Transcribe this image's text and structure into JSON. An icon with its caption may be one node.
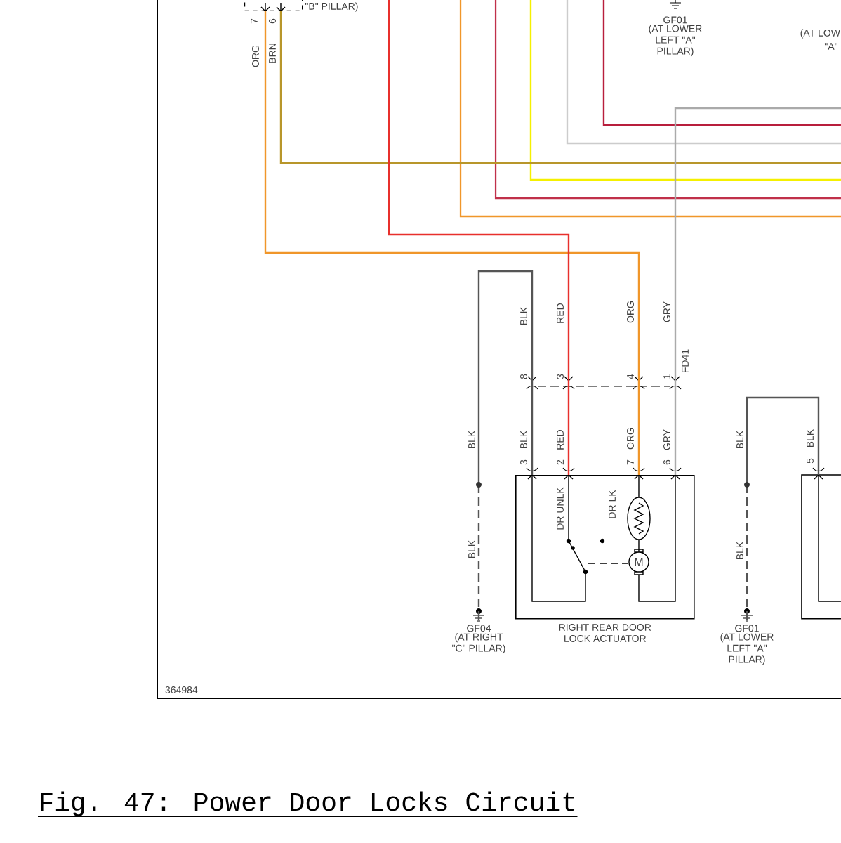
{
  "diagram": {
    "caption": "Fig. 47: Power Door Locks Circuit",
    "nodes": [
      {
        "text": [],
        "shape": "box",
        "beside": [
          "\"B\" PILLAR)"
        ]
      },
      {
        "text": [
          "GF01",
          "(AT LOWER LEFT \"A\" PILLAR)"
        ]
      },
      {
        "text": [
          "RIGHT REAR DOOR LOCK ACTUATOR"
        ]
      },
      {
        "text": [],
        "shape": "box"
      },
      {
        "text": [
          "GF04",
          "(AT RIGHT \"C\" PILLAR)"
        ]
      },
      {
        "text": [
          "GF01",
          "(AT LOWER LEFT \"A\" PILLAR)"
        ]
      }
    ],
    "edges": [
      {
        "from": 2,
        "to": 4,
        "arrow": "none",
        "color": "#555555"
      },
      {
        "from": 0,
        "to": 2,
        "arrow": "none",
        "color": "#f0962a"
      },
      {
        "from": 0,
        "to": null,
        "arrow": "none",
        "color": "#b8962a"
      },
      {
        "from": null,
        "to": 2,
        "arrow": "none",
        "color": "#e8302c"
      },
      {
        "from": 2,
        "to": null,
        "arrow": "none",
        "color": "#aaaaaa"
      },
      {
        "from": 3,
        "to": 5,
        "arrow": "none",
        "color": "#555555"
      }
    ],
    "labels": [
      "(AT LOW",
      "\"A\"",
      "7",
      "6",
      "ORG",
      "BRN",
      "BLK",
      "RED",
      "ORG",
      "GRY",
      "8",
      "3",
      "4",
      "1",
      "FD41",
      "BLK",
      "BLK",
      "3",
      "RED",
      "2",
      "ORG",
      "7",
      "GRY",
      "6",
      "BLK",
      "BLK",
      "5",
      "DR UNLK",
      "DR LK",
      "M",
      "BLK",
      "BLK",
      "364984"
    ]
  }
}
